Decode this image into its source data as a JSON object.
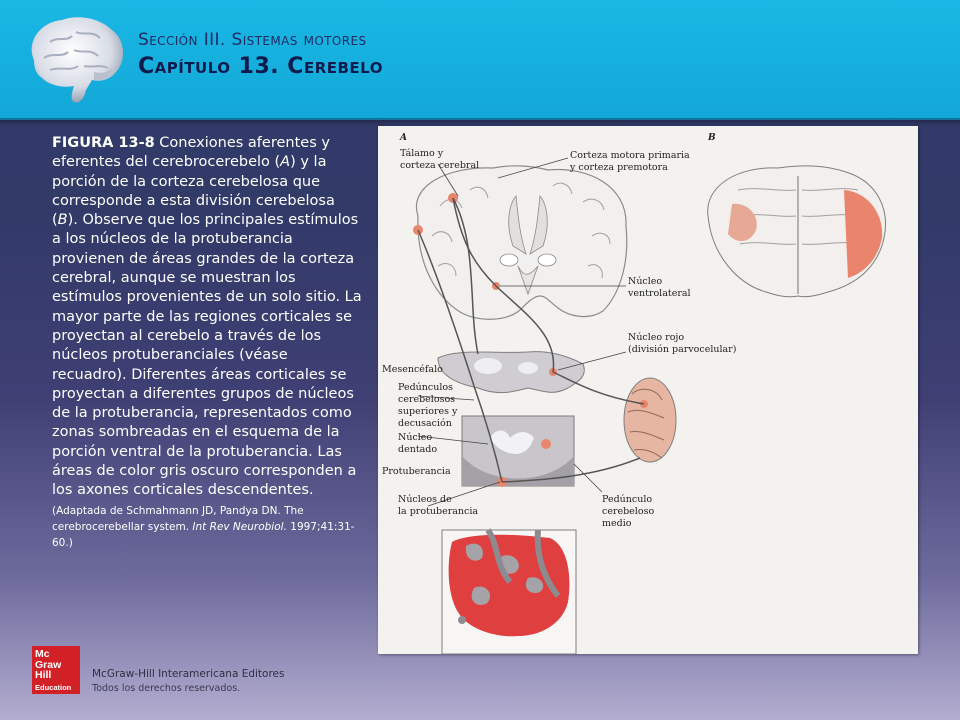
{
  "header": {
    "section": "Sección III. Sistemas motores",
    "chapter": "Capítulo 13.  Cerebelo"
  },
  "caption": {
    "figure_label": "FIGURA 13-8",
    "text_1": " Conexiones aferentes y eferentes del cerebrocerebelo (",
    "ref_a": "A",
    "text_2": ") y la porción de la corteza cerebelosa que corresponde a esta división cerebelosa (",
    "ref_b": "B",
    "text_3": "). Observe que los principales estímulos a los núcleos de la protuberancia provienen de áreas grandes de la corteza cerebral, aunque se muestran los estímulos provenientes de un solo sitio. La mayor parte de las regiones corticales se proyectan al cerebelo a través de los núcleos protuberanciales (véase recuadro). Diferentes áreas corticales se proyectan a diferentes grupos de núcleos de la protuberancia, representados como zonas sombreadas en el esquema de la porción ventral de la protuberancia. Las áreas de color gris oscuro corresponden a los axones corticales descendentes.",
    "reference_1": "(Adaptada de Schmahmann JD, Pandya DN. The cerebrocerebellar system. ",
    "reference_journal": "Int Rev Neurobiol.",
    "reference_2": " 1997;41:31-60.)"
  },
  "figure": {
    "panel_a": "A",
    "panel_b": "B",
    "labels": {
      "talamo_1": "Tálamo y",
      "talamo_2": "corteza cerebral",
      "corteza_motora_1": "Corteza motora primaria",
      "corteza_motora_2": "y corteza premotora",
      "nucleo_vl_1": "Núcleo",
      "nucleo_vl_2": "ventrolateral",
      "nucleo_rojo_1": "Núcleo rojo",
      "nucleo_rojo_2": "(división parvocelular)",
      "mesencefalo": "Mesencéfalo",
      "pedunculos_1": "Pedúnculos",
      "pedunculos_2": "cerebelosos",
      "pedunculos_3": "superiores y",
      "pedunculos_4": "decusación",
      "nucleo_dentado_1": "Núcleo",
      "nucleo_dentado_2": "dentado",
      "protuberancia": "Protuberancia",
      "nucleos_prot_1": "Núcleos de",
      "nucleos_prot_2": "la protuberancia",
      "peduncilo_medio_1": "Pedúnculo",
      "peduncilo_medio_2": "cerebeloso",
      "peduncilo_medio_3": "medio"
    }
  },
  "footer": {
    "logo_line1": "Mc",
    "logo_line2": "Graw",
    "logo_line3": "Hill",
    "logo_line4": "Education",
    "publisher": "McGraw-Hill Interamericana Editores",
    "rights": "Todos los derechos reservados."
  },
  "colors": {
    "header_blue": "#12a7d8",
    "title_navy": "#1f2c66",
    "logo_red": "#d12127",
    "highlight_salmon": "#e9856c"
  }
}
